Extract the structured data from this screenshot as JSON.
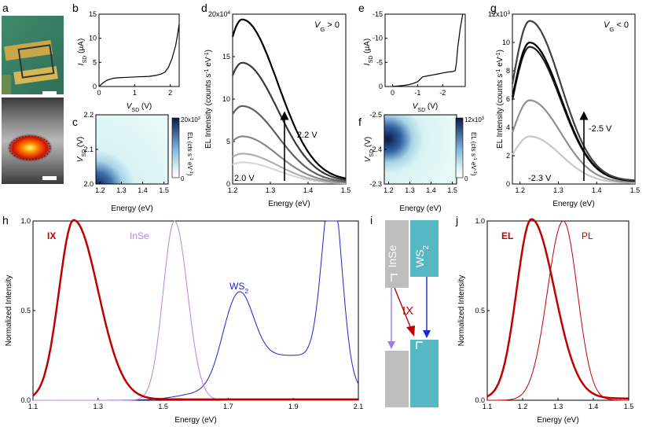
{
  "panel_labels": {
    "a": "a",
    "b": "b",
    "c": "c",
    "d": "d",
    "e": "e",
    "f": "f",
    "g": "g",
    "h": "h",
    "i": "i",
    "j": "j"
  },
  "colors": {
    "ix": "#c00000",
    "inse": "#c080e0",
    "ws2": "#2020d0",
    "inse_block": "#bdbdbd",
    "ws2_block": "#55b8c2",
    "grey_arrow": "#a07ce0",
    "red_arrow": "#c00000",
    "blue_arrow": "#2020e0"
  },
  "chart_data": [
    {
      "id": "b",
      "type": "line",
      "ylabel_main": "I",
      "ylabel_sub": "SD",
      "ylabel_unit": " (μA)",
      "xlabel_main": "V",
      "xlabel_sub": "SD",
      "xlabel_unit": " (V)",
      "xlim": [
        0,
        2.25
      ],
      "ylim": [
        0,
        15
      ],
      "xticks": [
        "0",
        "1",
        "2"
      ],
      "xtick_vals": [
        0,
        1,
        2
      ],
      "yticks": [
        "0",
        "5",
        "10",
        "15"
      ],
      "ytick_vals": [
        0,
        5,
        10,
        15
      ],
      "series": [
        {
          "x": [
            0,
            0.1,
            0.2,
            0.3,
            0.4,
            0.5,
            0.8,
            1.1,
            1.4,
            1.6,
            1.75,
            1.85,
            1.95,
            2.05,
            2.15,
            2.2,
            2.25
          ],
          "y": [
            0,
            0.7,
            1.2,
            1.5,
            1.7,
            1.8,
            1.9,
            2.0,
            2.1,
            2.3,
            2.6,
            3.0,
            4.0,
            5.8,
            8.5,
            10.5,
            13
          ]
        }
      ]
    },
    {
      "id": "c",
      "type": "heatmap",
      "ylabel_main": "V",
      "ylabel_sub": "SD",
      "ylabel_unit": " (V)",
      "xlabel": "Energy (eV)",
      "xlim": [
        1.18,
        1.52
      ],
      "ylim": [
        2.0,
        2.2
      ],
      "xticks": [
        "1.2",
        "1.3",
        "1.4",
        "1.5"
      ],
      "xtick_vals": [
        1.2,
        1.3,
        1.4,
        1.5
      ],
      "yticks": [
        "2.0",
        "2.1",
        "2.2"
      ],
      "ytick_vals": [
        2.0,
        2.1,
        2.2
      ],
      "colorbar_max": "20x10",
      "colorbar_max_exp": "3",
      "colorbar_min": "0",
      "colorbar_label": "EL (cts s",
      "colorbar_label_exp": "-1",
      "colorbar_label_rest": " eV",
      "colorbar_label_exp2": "-1",
      "colorbar_label_end": ")"
    },
    {
      "id": "d",
      "type": "line",
      "ylabel": "EL Intensity (counts s",
      "ylabel_exp1": "-1",
      "ylabel_mid": " eV",
      "ylabel_exp2": "-1",
      "ylabel_end": ")",
      "xlabel": "Energy (eV)",
      "xlim": [
        1.2,
        1.5
      ],
      "ylim": [
        0,
        20
      ],
      "xticks": [
        "1.2",
        "1.3",
        "1.4",
        "1.5"
      ],
      "xtick_vals": [
        1.2,
        1.3,
        1.4,
        1.5
      ],
      "yticks": [
        "0",
        "5",
        "10",
        "15",
        "20x10"
      ],
      "ytick_vals": [
        0,
        5,
        10,
        15,
        20
      ],
      "ytick_top_exp": "4",
      "condition": "V",
      "condition_sub": "G",
      "condition_rest": " > 0",
      "arrow_top_label": "2.2 V",
      "arrow_bottom_label": "2.0 V",
      "series": [
        {
          "name": "1",
          "peak": 2.5,
          "color": "#d8d8d8"
        },
        {
          "name": "2",
          "peak": 3.5,
          "color": "#b0b0b0"
        },
        {
          "name": "3",
          "peak": 5.5,
          "color": "#888888"
        },
        {
          "name": "4",
          "peak": 9.0,
          "color": "#606060"
        },
        {
          "name": "5",
          "peak": 14.0,
          "color": "#3a3a3a"
        },
        {
          "name": "6",
          "peak": 19.0,
          "color": "#000000"
        }
      ]
    },
    {
      "id": "e",
      "type": "line",
      "ylabel_main": "I",
      "ylabel_sub": "SD",
      "ylabel_unit": " (μA)",
      "xlabel_main": "V",
      "xlabel_sub": "SD",
      "xlabel_unit": " (V)",
      "xlim": [
        0.3,
        -2.9
      ],
      "ylim": [
        0,
        -15
      ],
      "xticks": [
        "0",
        "-1",
        "-2"
      ],
      "xtick_vals": [
        0,
        -1,
        -2
      ],
      "yticks": [
        "0",
        "-5",
        "-10",
        "-15"
      ],
      "ytick_vals": [
        0,
        -5,
        -10,
        -15
      ],
      "series": [
        {
          "x": [
            0,
            -0.2,
            -0.4,
            -0.6,
            -0.8,
            -1.0,
            -1.1,
            -1.2,
            -1.4,
            -1.6,
            -1.8,
            -2.0,
            -2.2,
            -2.4,
            -2.5,
            -2.55,
            -2.6,
            -2.7,
            -2.8
          ],
          "y": [
            0,
            -0.1,
            -0.2,
            -0.35,
            -0.6,
            -1.0,
            -1.5,
            -2.0,
            -2.2,
            -2.4,
            -2.6,
            -2.8,
            -3.0,
            -3.1,
            -3.3,
            -5,
            -8,
            -12,
            -15
          ]
        }
      ]
    },
    {
      "id": "f",
      "type": "heatmap",
      "ylabel_main": "V",
      "ylabel_sub": "SD",
      "ylabel_unit": " (V)",
      "xlabel": "Energy (eV)",
      "xlim": [
        1.18,
        1.52
      ],
      "ylim": [
        -2.3,
        -2.5
      ],
      "xticks": [
        "1.2",
        "1.3",
        "1.4",
        "1.5"
      ],
      "xtick_vals": [
        1.2,
        1.3,
        1.4,
        1.5
      ],
      "yticks": [
        "-2.3",
        "-2.4",
        "-2.5"
      ],
      "ytick_vals": [
        -2.3,
        -2.4,
        -2.5
      ],
      "colorbar_max": "12x10",
      "colorbar_max_exp": "3",
      "colorbar_min": "0",
      "colorbar_label": "EL (cts s",
      "colorbar_label_exp": "-1",
      "colorbar_label_rest": " eV",
      "colorbar_label_exp2": "-1",
      "colorbar_label_end": ")"
    },
    {
      "id": "g",
      "type": "line",
      "ylabel": "EL Intensity (counts s",
      "ylabel_exp1": "-1",
      "ylabel_mid": " eV",
      "ylabel_exp2": "-1",
      "ylabel_end": ")",
      "xlabel": "Energy (eV)",
      "xlim": [
        1.18,
        1.5
      ],
      "ylim": [
        0,
        12
      ],
      "xticks": [
        "1.2",
        "1.3",
        "1.4",
        "1.5"
      ],
      "xtick_vals": [
        1.2,
        1.3,
        1.4,
        1.5
      ],
      "yticks": [
        "0",
        "2",
        "4",
        "6",
        "8",
        "10",
        "12x10"
      ],
      "ytick_vals": [
        0,
        2,
        4,
        6,
        8,
        10,
        12
      ],
      "ytick_top_exp": "3",
      "condition": "V",
      "condition_sub": "G",
      "condition_rest": " < 0",
      "arrow_top_label": "-2.5 V",
      "arrow_bottom_label": "-2.3 V",
      "series": [
        {
          "name": "1",
          "peak": 3.3,
          "color": "#c8c8c8"
        },
        {
          "name": "2",
          "peak": 5.8,
          "color": "#909090"
        },
        {
          "name": "3",
          "peak": 9.5,
          "color": "#202020"
        },
        {
          "name": "4",
          "peak": 9.8,
          "color": "#000000"
        },
        {
          "name": "5",
          "peak": 11.3,
          "color": "#404040"
        }
      ]
    },
    {
      "id": "h",
      "type": "line",
      "ylabel": "Normalized Intensity",
      "xlabel": "Energy (eV)",
      "xlim": [
        1.1,
        2.1
      ],
      "ylim": [
        0,
        1.0
      ],
      "xticks": [
        "1.1",
        "1.3",
        "1.5",
        "1.7",
        "1.9",
        "2.1"
      ],
      "xtick_vals": [
        1.1,
        1.3,
        1.5,
        1.7,
        1.9,
        2.1
      ],
      "yticks": [
        "0.0",
        "0.5",
        "1.0"
      ],
      "ytick_vals": [
        0,
        0.5,
        1.0
      ],
      "series": [
        {
          "name": "IX",
          "label": "IX"
        },
        {
          "name": "InSe",
          "label": "InSe"
        },
        {
          "name": "WS2",
          "label": "WS",
          "label_sub": "2"
        }
      ]
    },
    {
      "id": "i",
      "type": "diagram",
      "top_left_label": "InSe",
      "top_right_label": "WS",
      "top_right_sub": "2",
      "transition_label": "IX"
    },
    {
      "id": "j",
      "type": "line",
      "ylabel": "Normalized Intensity",
      "xlabel": "Energy (eV)",
      "xlim": [
        1.1,
        1.5
      ],
      "ylim": [
        0,
        1.0
      ],
      "xticks": [
        "1.1",
        "1.2",
        "1.3",
        "1.4",
        "1.5"
      ],
      "xtick_vals": [
        1.1,
        1.2,
        1.3,
        1.4,
        1.5
      ],
      "yticks": [
        "0.0",
        "0.5",
        "1.0"
      ],
      "ytick_vals": [
        0,
        0.5,
        1.0
      ],
      "series": [
        {
          "name": "EL",
          "label": "EL",
          "peak_x": 1.225
        },
        {
          "name": "PL",
          "label": "PL",
          "peak_x": 1.315
        }
      ]
    }
  ]
}
